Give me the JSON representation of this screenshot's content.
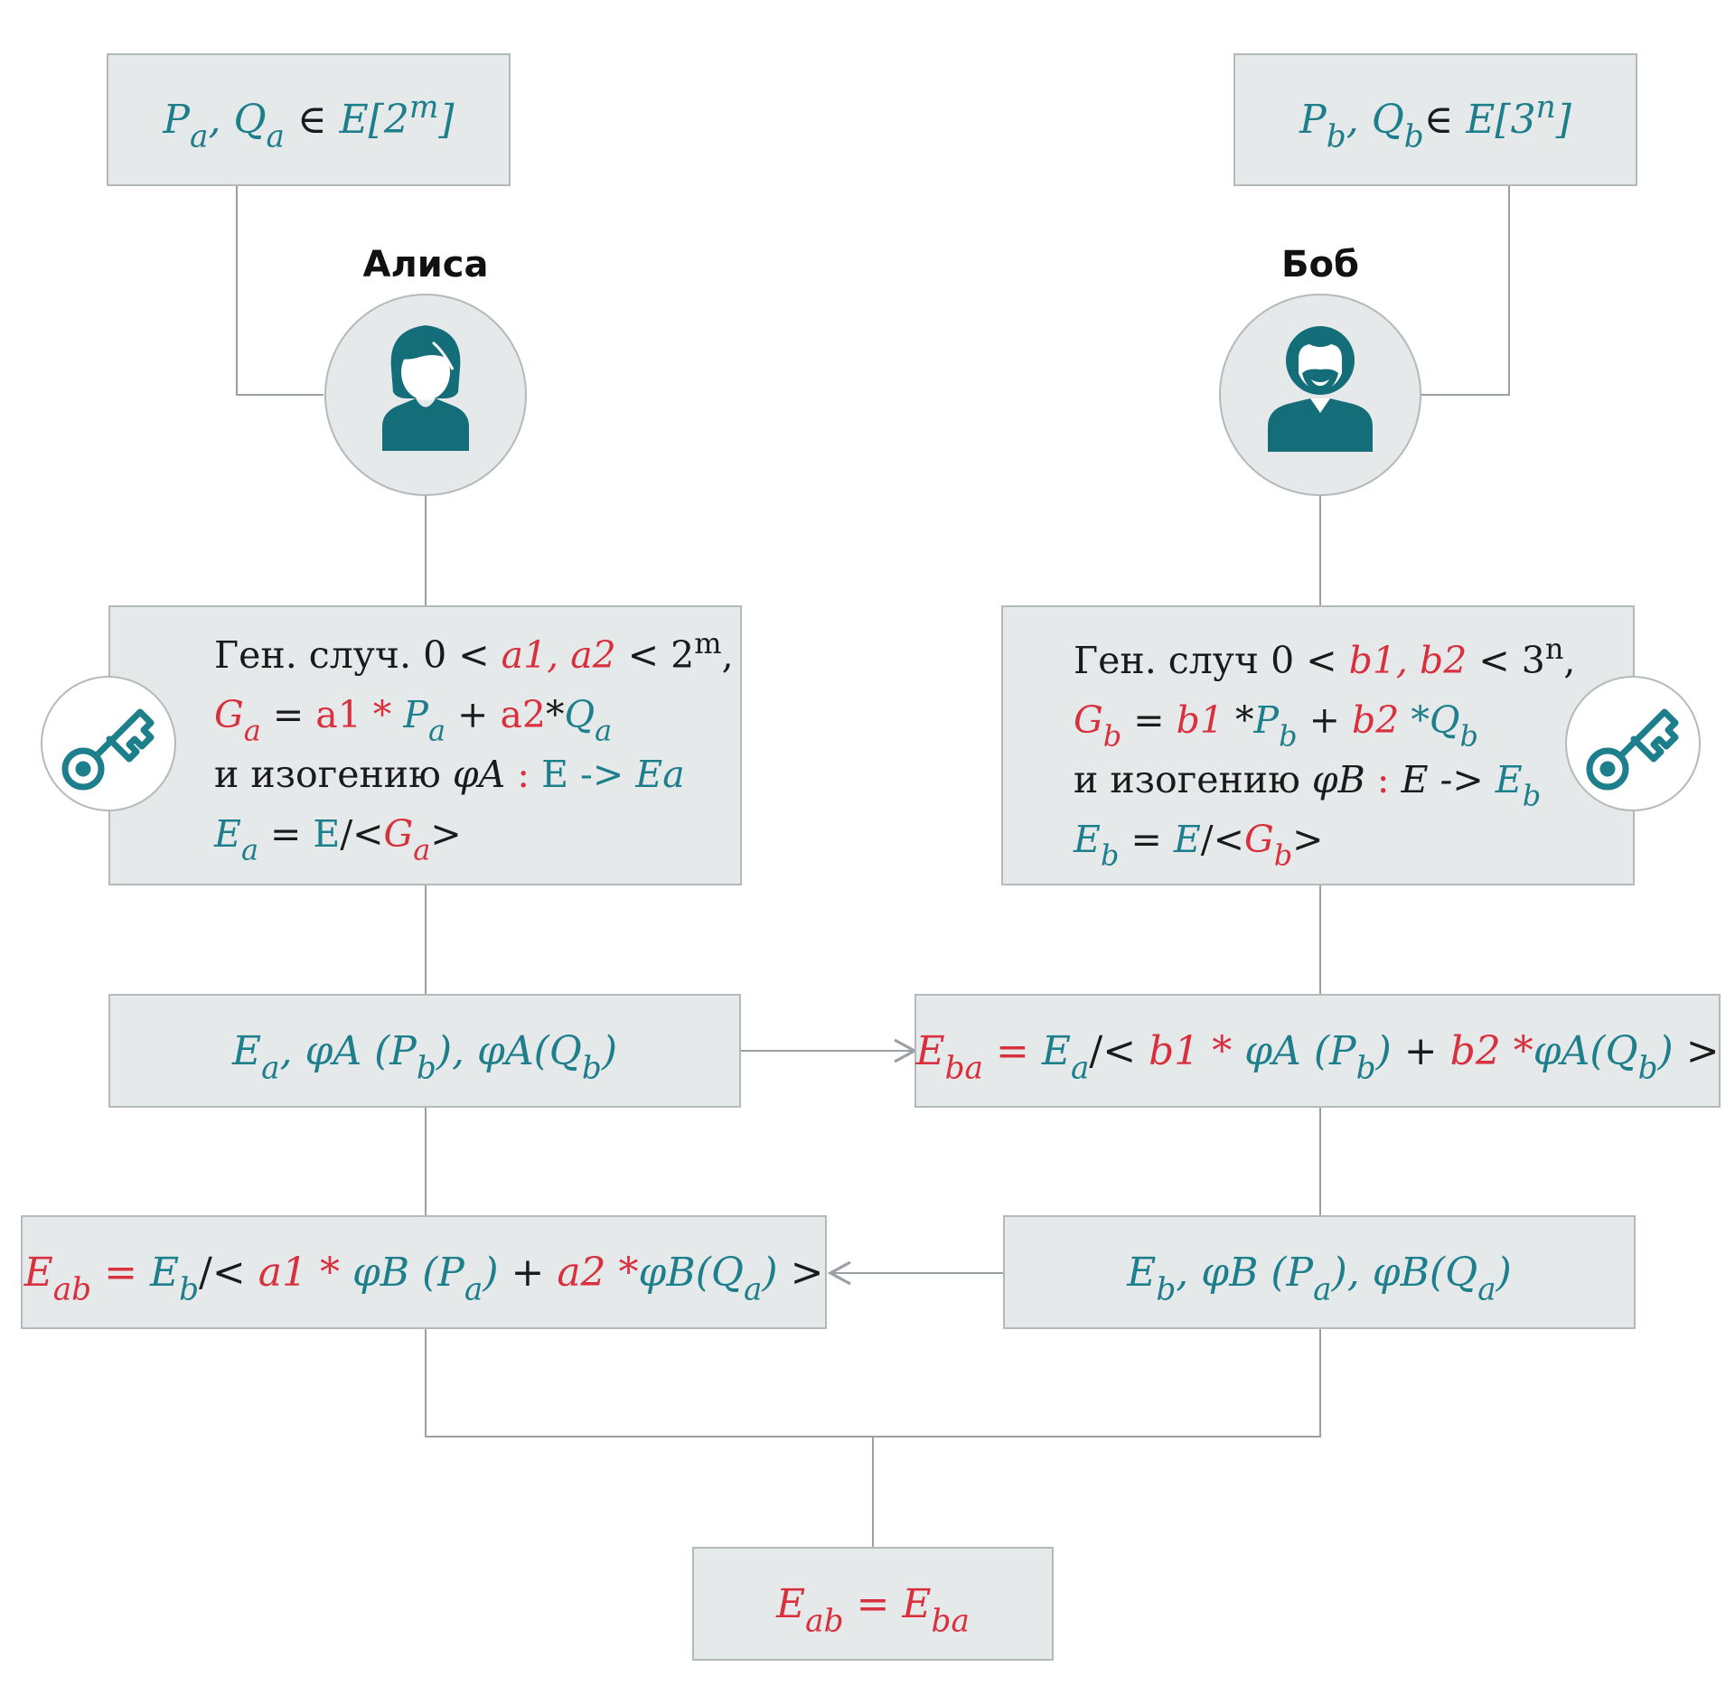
{
  "alice": {
    "name": "Алиса",
    "params": [
      "P",
      "a",
      ", Q",
      "a",
      " ∈ ",
      "E[2",
      "m",
      "]"
    ],
    "gen": {
      "l1": [
        "Ген. случ.  0 < ",
        "a1,  a2",
        " < 2",
        "m",
        ","
      ],
      "l2": [
        "G",
        "a",
        " = ",
        "a1 * ",
        "P",
        "a",
        " + ",
        "a2",
        "*",
        "Q",
        "a"
      ],
      "l3": [
        "и изогению  ",
        "φA",
        " : ",
        "E -> ",
        "Ea"
      ],
      "l4": [
        "E",
        "a",
        " = ",
        "E",
        "/<",
        "G",
        "a",
        ">"
      ]
    },
    "send": [
      "E",
      "a",
      ", φA (P",
      "b",
      "), φA(Q",
      "b",
      ")"
    ],
    "compute": [
      "E",
      "ab",
      " = ",
      "E",
      "b",
      "/< ",
      "a1 *",
      " φB (P",
      "a",
      ")",
      " + ",
      "a2 *",
      "φB(Q",
      "a",
      ")",
      " >"
    ]
  },
  "bob": {
    "name": "Боб",
    "params": [
      "P",
      "b",
      ", Q",
      "b",
      "∈ ",
      "E[3",
      "n",
      "]"
    ],
    "gen": {
      "l1": [
        "Ген. случ  0 < ",
        "b1,  b2",
        " < 3",
        "n",
        ","
      ],
      "l2": [
        "G",
        "b",
        " = ",
        "b1",
        " *",
        "P",
        "b",
        " + ",
        "b2",
        " *",
        "Q",
        "b"
      ],
      "l3": [
        "и изогению  ",
        "φB",
        " : ",
        "E -> ",
        "E",
        "b"
      ],
      "l4": [
        "E",
        "b",
        " = ",
        "E",
        "/<",
        "G",
        "b",
        ">"
      ]
    },
    "send": [
      "E",
      "b",
      ", φB (P",
      "a",
      "), φB(Q",
      "a",
      ")"
    ],
    "compute": [
      "E",
      "ba",
      " = ",
      "E",
      "a",
      "/< ",
      "b1 *",
      " φA (P",
      "b",
      ")",
      " + ",
      "b2 *",
      "φA(Q",
      "b",
      ")",
      " >"
    ]
  },
  "result": [
    "E",
    "ab",
    " = ",
    "E",
    "ba"
  ],
  "colors": {
    "teal": "#1d7e8c",
    "red": "#d9303e",
    "box_fill": "#e6e9ea",
    "box_border": "#b4b9bb"
  },
  "icons": {
    "alice_avatar": "woman-avatar-icon",
    "bob_avatar": "bearded-man-avatar-icon",
    "key": "key-icon"
  }
}
